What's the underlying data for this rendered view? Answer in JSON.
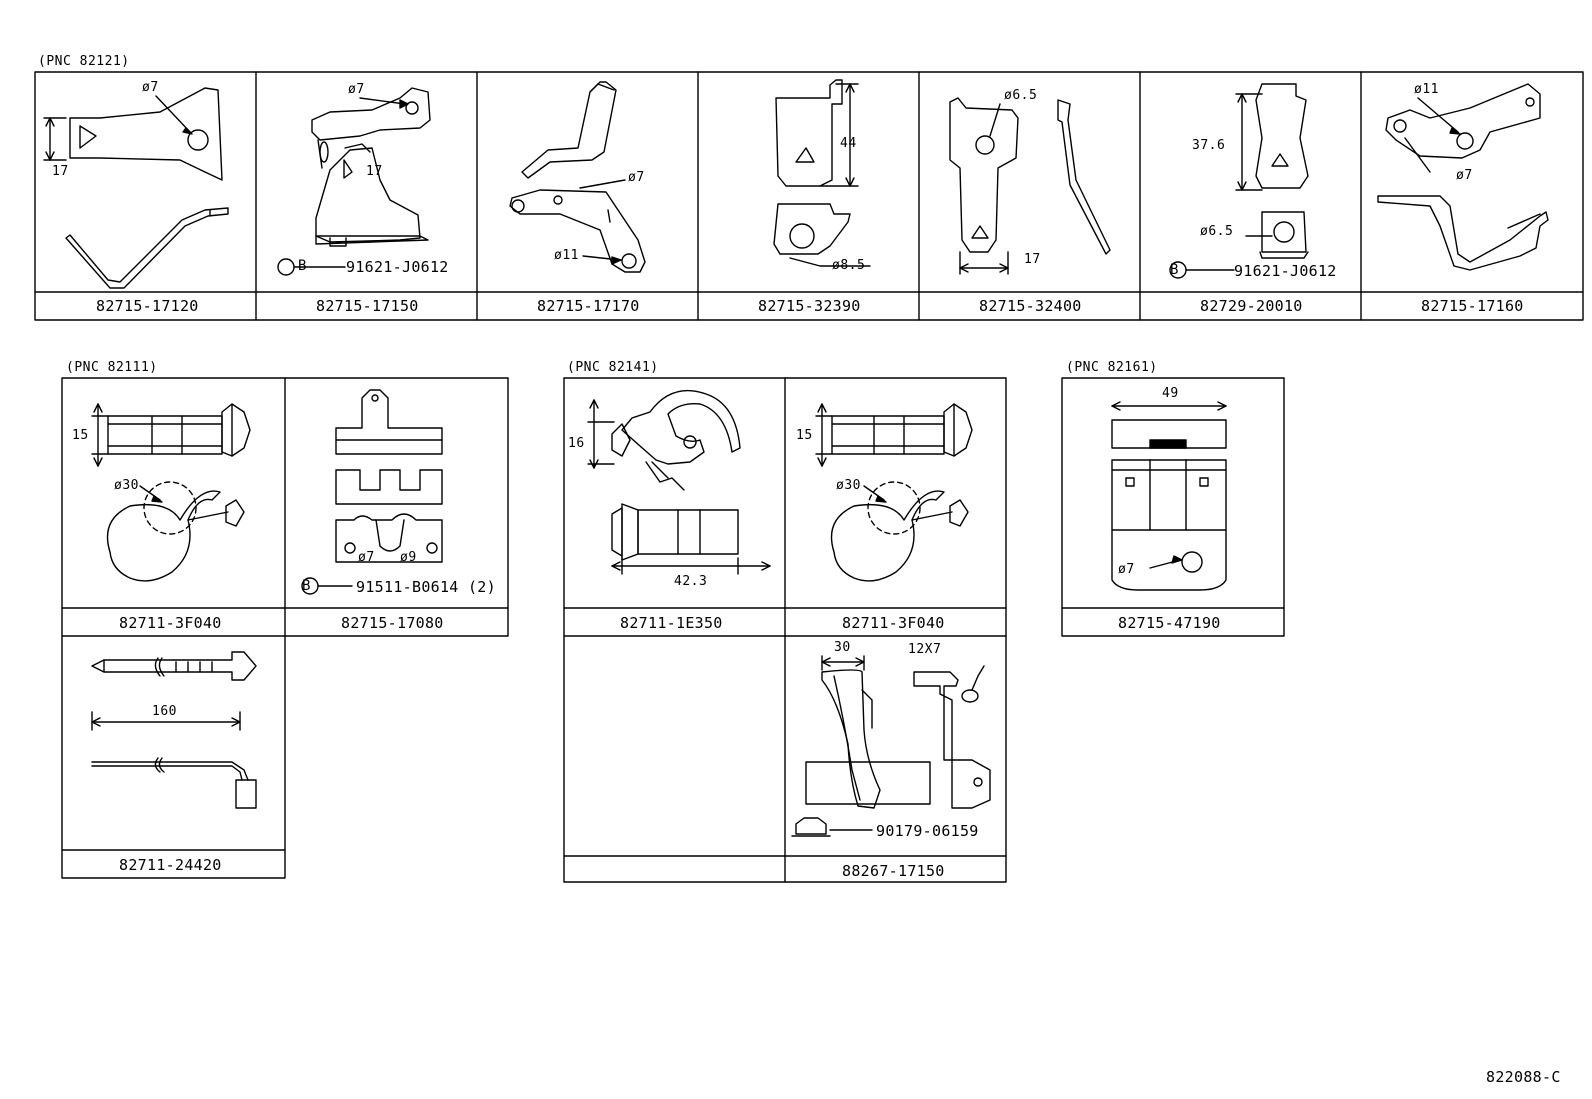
{
  "groups": {
    "pnc_82121": "(PNC 82121)",
    "pnc_82111": "(PNC 82111)",
    "pnc_82141": "(PNC 82141)",
    "pnc_82161": "(PNC 82161)"
  },
  "row1": {
    "c1": {
      "part": "82715-17120",
      "dims": [
        "ø7",
        "17"
      ]
    },
    "c2": {
      "part": "82715-17150",
      "dims": [
        "ø7",
        "17"
      ],
      "bolt": "91621-J0612"
    },
    "c3": {
      "part": "82715-17170",
      "dims": [
        "ø7",
        "ø11"
      ]
    },
    "c4": {
      "part": "82715-32390",
      "dims": [
        "44",
        "ø8.5"
      ]
    },
    "c5": {
      "part": "82715-32400",
      "dims": [
        "ø6.5",
        "17"
      ]
    },
    "c6": {
      "part": "82729-20010",
      "dims": [
        "37.6",
        "ø6.5"
      ],
      "bolt": "91621-J0612"
    },
    "c7": {
      "part": "82715-17160",
      "dims": [
        "ø11",
        "ø7"
      ]
    }
  },
  "g2": {
    "a": {
      "part": "82711-3F040",
      "dims": [
        "15",
        "ø30"
      ]
    },
    "b": {
      "part": "82715-17080",
      "dims": [
        "ø7",
        "ø9"
      ],
      "bolt": "91511-B0614 (2)"
    },
    "c": {
      "part": "82711-24420",
      "dims": [
        "160"
      ]
    }
  },
  "g3": {
    "a": {
      "part": "82711-1E350",
      "dims": [
        "16",
        "42.3"
      ]
    },
    "b": {
      "part": "82711-3F040",
      "dims": [
        "15",
        "ø30"
      ]
    },
    "c": {
      "part": "88267-17150",
      "dims": [
        "30",
        "12X7"
      ],
      "nut": "90179-06159"
    }
  },
  "g4": {
    "a": {
      "part": "82715-47190",
      "dims": [
        "49",
        "ø7"
      ]
    }
  },
  "bolt_marker": "B",
  "diagram_code": "822088-C"
}
